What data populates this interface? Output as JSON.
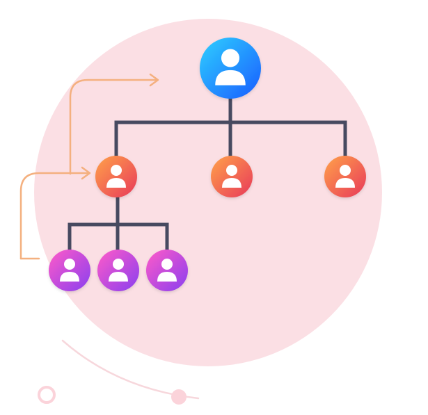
{
  "diagram": {
    "type": "org-hierarchy",
    "levels": [
      {
        "level": 1,
        "count": 1,
        "gradient": [
          "#2ed0ff",
          "#1a5cff"
        ]
      },
      {
        "level": 2,
        "count": 3,
        "gradient": [
          "#ffa24a",
          "#e8395a"
        ]
      },
      {
        "level": 3,
        "count": 3,
        "gradient": [
          "#ff5ac8",
          "#8a3ff0"
        ]
      }
    ],
    "edges": [
      {
        "from": "root",
        "to": "manager-1"
      },
      {
        "from": "root",
        "to": "manager-2"
      },
      {
        "from": "root",
        "to": "manager-3"
      },
      {
        "from": "manager-1",
        "to": "staff-1"
      },
      {
        "from": "manager-1",
        "to": "staff-2"
      },
      {
        "from": "manager-1",
        "to": "staff-3"
      }
    ],
    "icon": "person-icon"
  },
  "colors": {
    "background_circle": "#fbdfe4",
    "connector": "#474a60",
    "arrow": "#f4b07f",
    "decor_line": "#f7d7dc",
    "decor_dot": "#fbd3da",
    "person": "#ffffff"
  }
}
